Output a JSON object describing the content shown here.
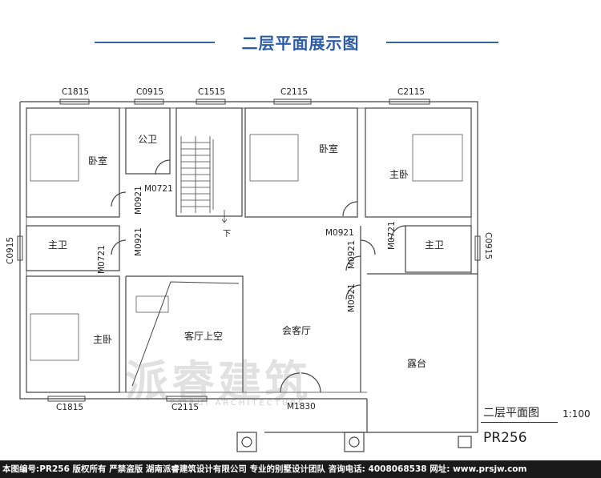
{
  "header": {
    "title": "二层平面展示图"
  },
  "rooms": {
    "bedroom_left": "卧室",
    "public_bath": "公卫",
    "bedroom_center": "卧室",
    "master_bedroom_right": "主卧",
    "master_bath_left": "主卫",
    "master_bath_right": "主卫",
    "master_bedroom_left": "主卧",
    "living_void": "客厅上空",
    "lounge": "会客厅",
    "terrace": "露台",
    "stairs_down": "下"
  },
  "windows": {
    "top_1": "C1815",
    "top_2": "C0915",
    "top_3": "C1515",
    "top_4": "C2115",
    "top_5": "C2115",
    "left": "C0915",
    "right": "C0915",
    "bottom_1": "C1815",
    "bottom_2": "C2115"
  },
  "doors": {
    "d1": "M0721",
    "d2": "M0921",
    "d3": "M0921",
    "d4": "M0721",
    "d5": "M0921",
    "d6": "M0921",
    "d7": "M0721",
    "d8": "M0921",
    "main": "M1830"
  },
  "legend": {
    "plan_title": "二层平面图",
    "scale": "1:100",
    "code": "PR256"
  },
  "watermark": {
    "text": "派睿建筑",
    "sub": "PAIRUI ARCHITECTURE"
  },
  "footer": {
    "text": "本图编号:PR256 版权所有 严禁盗版 湖南派睿建筑设计有限公司 专业的别墅设计团队 咨询电话: 4008068538 网址: www.prsjw.com"
  }
}
